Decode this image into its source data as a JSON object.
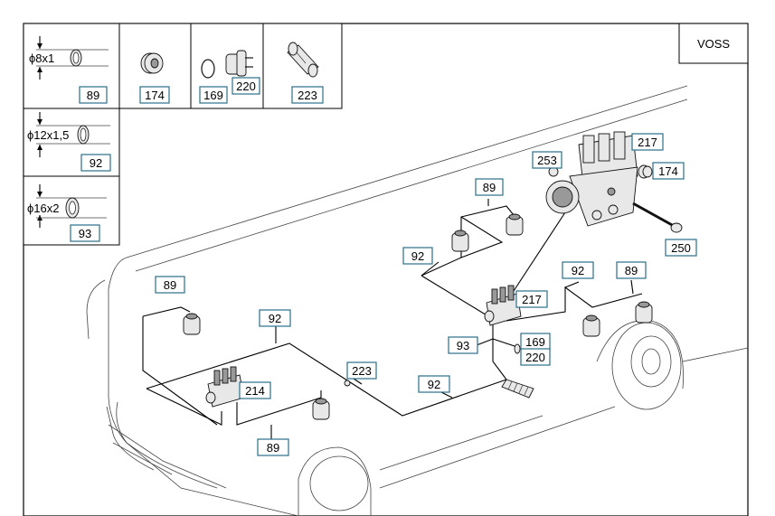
{
  "brand": "VOSS",
  "legend": {
    "pipes": [
      {
        "size": "ϕ8x1",
        "part": "89"
      },
      {
        "size": "ϕ12x1,5",
        "part": "92"
      },
      {
        "size": "ϕ16x2",
        "part": "93"
      }
    ],
    "fittings": [
      {
        "part": "174"
      },
      {
        "part": "169",
        "part2": "220"
      },
      {
        "part": "223"
      }
    ]
  },
  "callouts": {
    "c217_top": "217",
    "c253": "253",
    "c174": "174",
    "c250": "250",
    "c89_upper": "89",
    "c92_upper": "92",
    "c217_mid": "217",
    "c92_right": "92",
    "c89_right": "89",
    "c89_left": "89",
    "c92_left": "92",
    "c93": "93",
    "c169": "169",
    "c220": "220",
    "c223": "223",
    "c92_bottom": "92",
    "c214": "214",
    "c89_bottom": "89"
  }
}
